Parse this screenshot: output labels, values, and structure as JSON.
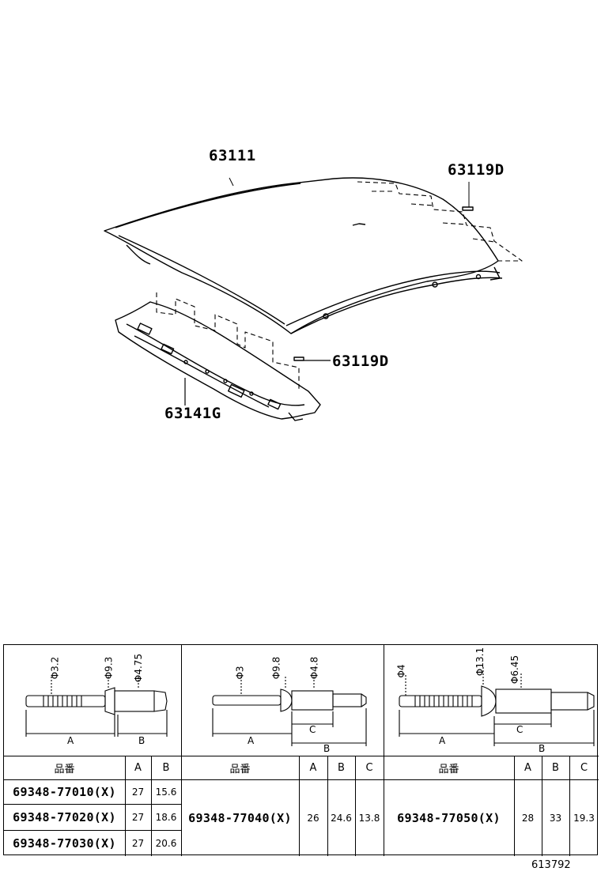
{
  "callouts": {
    "roof_panel": "63111",
    "clip_upper": "63119D",
    "clip_lower": "63119D",
    "reinforcement": "63141G"
  },
  "table": {
    "sections": [
      {
        "dims": {
          "d1": "Φ3.2",
          "d2": "Φ9.3",
          "d3": "Φ4.75",
          "a": "A",
          "b": "B"
        },
        "headers": [
          "品番",
          "A",
          "B"
        ],
        "rows": [
          [
            "69348-77010(X)",
            "27",
            "15.6"
          ],
          [
            "69348-77020(X)",
            "27",
            "18.6"
          ],
          [
            "69348-77030(X)",
            "27",
            "20.6"
          ]
        ]
      },
      {
        "dims": {
          "d1": "Φ3",
          "d2": "Φ9.8",
          "d3": "Φ4.8",
          "a": "A",
          "b": "B",
          "c": "C"
        },
        "headers": [
          "品番",
          "A",
          "B",
          "C"
        ],
        "rows": [
          [
            "69348-77040(X)",
            "26",
            "24.6",
            "13.8"
          ]
        ]
      },
      {
        "dims": {
          "d1": "Φ4",
          "d2": "Φ13.1",
          "d3": "Φ6.45",
          "a": "A",
          "b": "B",
          "c": "C"
        },
        "headers": [
          "品番",
          "A",
          "B",
          "C"
        ],
        "rows": [
          [
            "69348-77050(X)",
            "28",
            "33",
            "19.3"
          ]
        ]
      }
    ]
  },
  "figure_id": "613792"
}
